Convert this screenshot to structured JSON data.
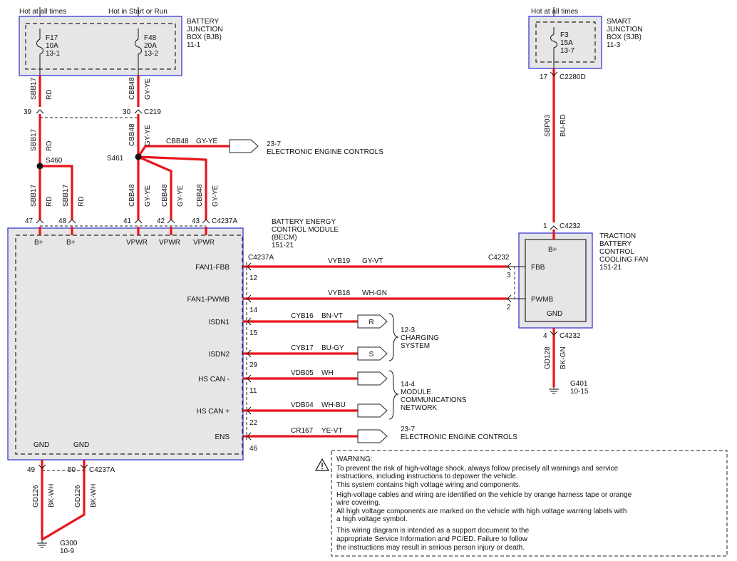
{
  "top_labels": {
    "hot_all_times": "Hot at all times",
    "hot_start_run": "Hot in Start or Run",
    "sjb_hot": "Hot at all times"
  },
  "bjb": {
    "name": "BATTERY JUNCTION BOX (BJB)",
    "name_l1": "BATTERY",
    "name_l2": "JUNCTION",
    "name_l3": "BOX (BJB)",
    "ref": "11-1",
    "fuse1": {
      "id": "F17",
      "rating": "10A",
      "loc": "13-1"
    },
    "fuse2": {
      "id": "F48",
      "rating": "20A",
      "loc": "13-2"
    }
  },
  "sjb": {
    "name_l1": "SMART",
    "name_l2": "JUNCTION",
    "name_l3": "BOX (SJB)",
    "ref": "11-3",
    "fuse": {
      "id": "F3",
      "rating": "15A",
      "loc": "13-7"
    }
  },
  "wires": {
    "sbb17": "SBB17",
    "rd": "RD",
    "cbb48": "CBB48",
    "gyye": "GY-YE",
    "sbp03": "SBP03",
    "burd": "BU-RD",
    "gd128": "GD128",
    "bkgn": "BK-GN",
    "gd126": "GD126",
    "bkwh": "BK-WH"
  },
  "connectors": {
    "c219": "C219",
    "p39": "39",
    "p30": "30",
    "s460": "S460",
    "s461": "S461",
    "c2280d": "C2280D",
    "p17": "17",
    "c4237a": "C4237A",
    "p47": "47",
    "p48": "48",
    "p41": "41",
    "p42": "42",
    "p43": "43",
    "c4232": "C4232",
    "p1": "1",
    "p3": "3",
    "p2": "2",
    "p4": "4",
    "p12": "12",
    "p14": "14",
    "p15": "15",
    "p29": "29",
    "p11": "11",
    "p22": "22",
    "p46": "46",
    "p49": "49",
    "p50": "50",
    "c4237a_left": "C4237A",
    "c4232_mid": "C4232"
  },
  "eec_branch": {
    "circuit": "CBB48",
    "color": "GY-YE",
    "ref": "23-7",
    "desc": "ELECTRONIC ENGINE CONTROLS"
  },
  "becm": {
    "name_l1": "BATTERY ENERGY",
    "name_l2": "CONTROL MODULE",
    "name_l3": "(BECM)",
    "ref": "151-21",
    "pins": {
      "bplus1": "B+",
      "bplus2": "B+",
      "vpwr1": "VPWR",
      "vpwr2": "VPWR",
      "vpwr3": "VPWR",
      "fan1fbb": "FAN1-FBB",
      "fan1pwmb": "FAN1-PWMB",
      "isdn1": "ISDN1",
      "isdn2": "ISDN2",
      "hscanm": "HS CAN -",
      "hscanp": "HS CAN +",
      "ens": "ENS",
      "gnd1": "GND",
      "gnd2": "GND"
    }
  },
  "fan": {
    "name_l1": "TRACTION",
    "name_l2": "BATTERY",
    "name_l3": "CONTROL",
    "name_l4": "COOLING FAN",
    "ref": "151-21",
    "pins": {
      "bplus": "B+",
      "fbb": "FBB",
      "pwmb": "PWMB",
      "gnd": "GND"
    }
  },
  "signals": [
    {
      "circuit": "VYB19",
      "color": "GY-VT"
    },
    {
      "circuit": "VYB18",
      "color": "WH-GN"
    },
    {
      "circuit": "CYB16",
      "color": "BN-VT",
      "tag": "R"
    },
    {
      "circuit": "CYB17",
      "color": "BU-GY",
      "tag": "S"
    },
    {
      "circuit": "VDB05",
      "color": "WH"
    },
    {
      "circuit": "VDB04",
      "color": "WH-BU"
    },
    {
      "circuit": "CR167",
      "color": "YE-VT"
    }
  ],
  "groups": {
    "charging": {
      "ref": "12-3",
      "l1": "CHARGING",
      "l2": "SYSTEM"
    },
    "network": {
      "ref": "14-4",
      "l1": "MODULE",
      "l2": "COMMUNICATIONS",
      "l3": "NETWORK"
    },
    "eec": {
      "ref": "23-7",
      "desc": "ELECTRONIC ENGINE CONTROLS"
    }
  },
  "grounds": {
    "g401": "G401",
    "g401_ref": "10-15",
    "g300": "G300",
    "g300_ref": "10-9"
  },
  "warning": {
    "title": "WARNING:",
    "l1": "To prevent the risk of high-voltage shock, always follow precisely all warnings and service",
    "l2": "instructions, including instructions to depower the vehicle.",
    "l3": "This system contains high voltage wiring and components.",
    "l4": "High-voltage cables and wiring are identified on the vehicle by orange harness tape or orange",
    "l5": "wire covering.",
    "l6": "All high voltage components are marked on the vehicle with high voltage warning labels with",
    "l7": "a high voltage symbol.",
    "l8": "This wiring diagram is intended as a support document to the",
    "l9": "appropriate Service Information and PC/ED.  Failure to follow",
    "l10": "the instructions may result in serious person injury or death."
  }
}
